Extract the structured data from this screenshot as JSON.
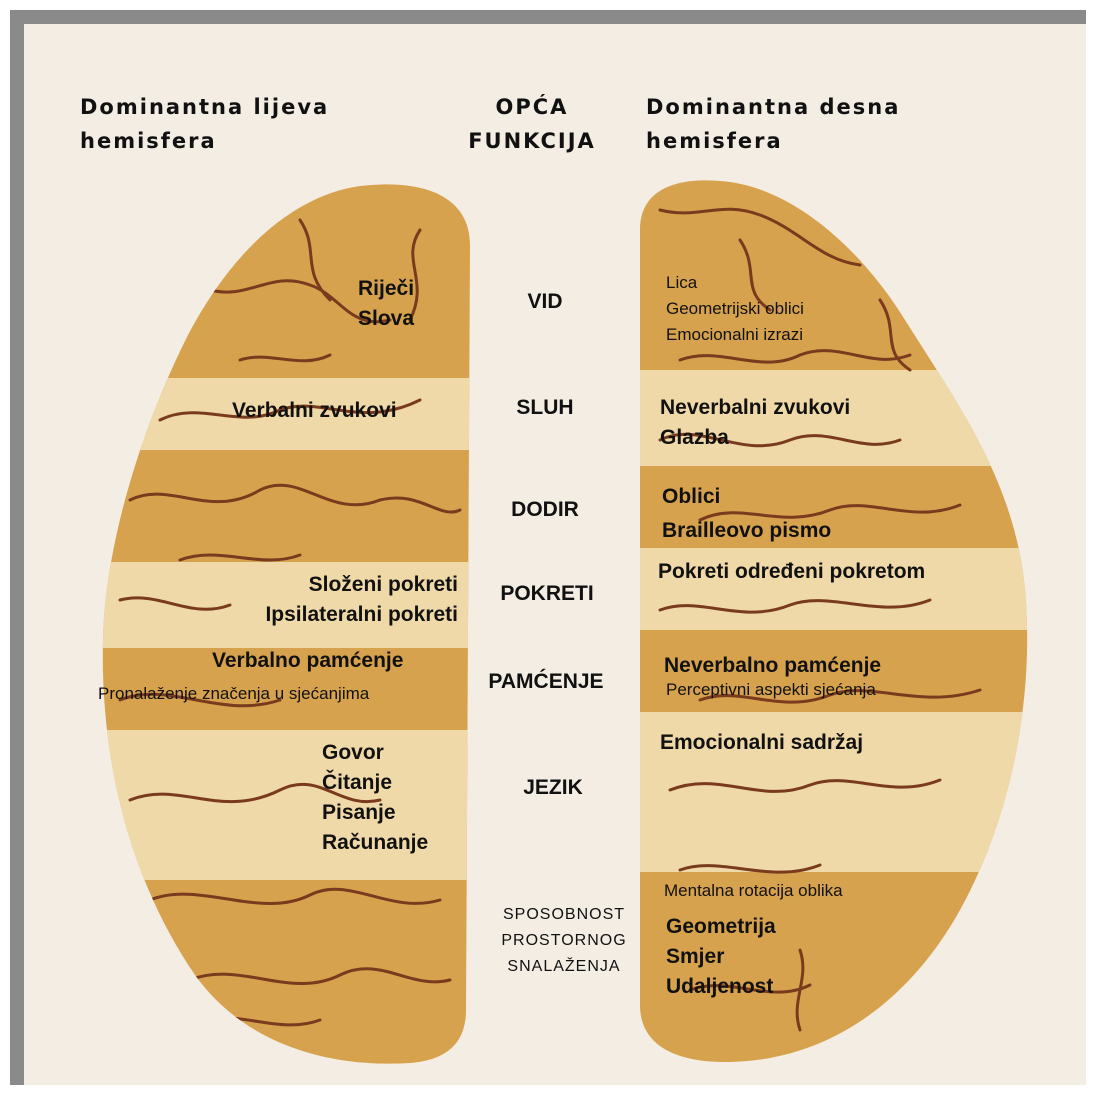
{
  "headers": {
    "left_line1": "Dominantna lijeva",
    "left_line2": "hemisfera",
    "center_line1": "OPĆA",
    "center_line2": "FUNKCIJA",
    "right_line1": "Dominantna desna",
    "right_line2": "hemisfera"
  },
  "functions": {
    "vid": "VID",
    "sluh": "SLUH",
    "dodir": "DODIR",
    "pokreti": "POKRETI",
    "pamcenje": "PAMĆENJE",
    "jezik": "JEZIK",
    "prostor_line1": "SPOSOBNOST",
    "prostor_line2": "PROSTORNOG",
    "prostor_line3": "SNALAŽENJA"
  },
  "left": {
    "vid_1": "Riječi",
    "vid_2": "Slova",
    "sluh_1": "Verbalni zvukovi",
    "pokreti_1": "Složeni pokreti",
    "pokreti_2": "Ipsilateralni pokreti",
    "pamcenje_1": "Verbalno pamćenje",
    "pamcenje_2": "Pronalaženje značenja u sjećanjima",
    "jezik_1": "Govor",
    "jezik_2": "Čitanje",
    "jezik_3": "Pisanje",
    "jezik_4": "Računanje"
  },
  "right": {
    "vid_1": "Lica",
    "vid_2": "Geometrijski oblici",
    "vid_3": "Emocionalni izrazi",
    "sluh_1": "Neverbalni zvukovi",
    "sluh_2": "Glazba",
    "dodir_1": "Oblici",
    "dodir_2": "Brailleovo pismo",
    "pokreti_1": "Pokreti određeni pokretom",
    "pamcenje_1": "Neverbalno pamćenje",
    "pamcenje_2": "Perceptivni aspekti sjećanja",
    "jezik_1": "Emocionalni sadržaj",
    "prostor_1": "Mentalna rotacija oblika",
    "prostor_2": "Geometrija",
    "prostor_3": "Smjer",
    "prostor_4": "Udaljenost"
  },
  "colors": {
    "frame_gray": "#8a8a8a",
    "background": "#f3ede3",
    "brain_dark": "#d7a24d",
    "brain_light": "#f0d9a8",
    "gyri_line": "#7a3a1e"
  }
}
